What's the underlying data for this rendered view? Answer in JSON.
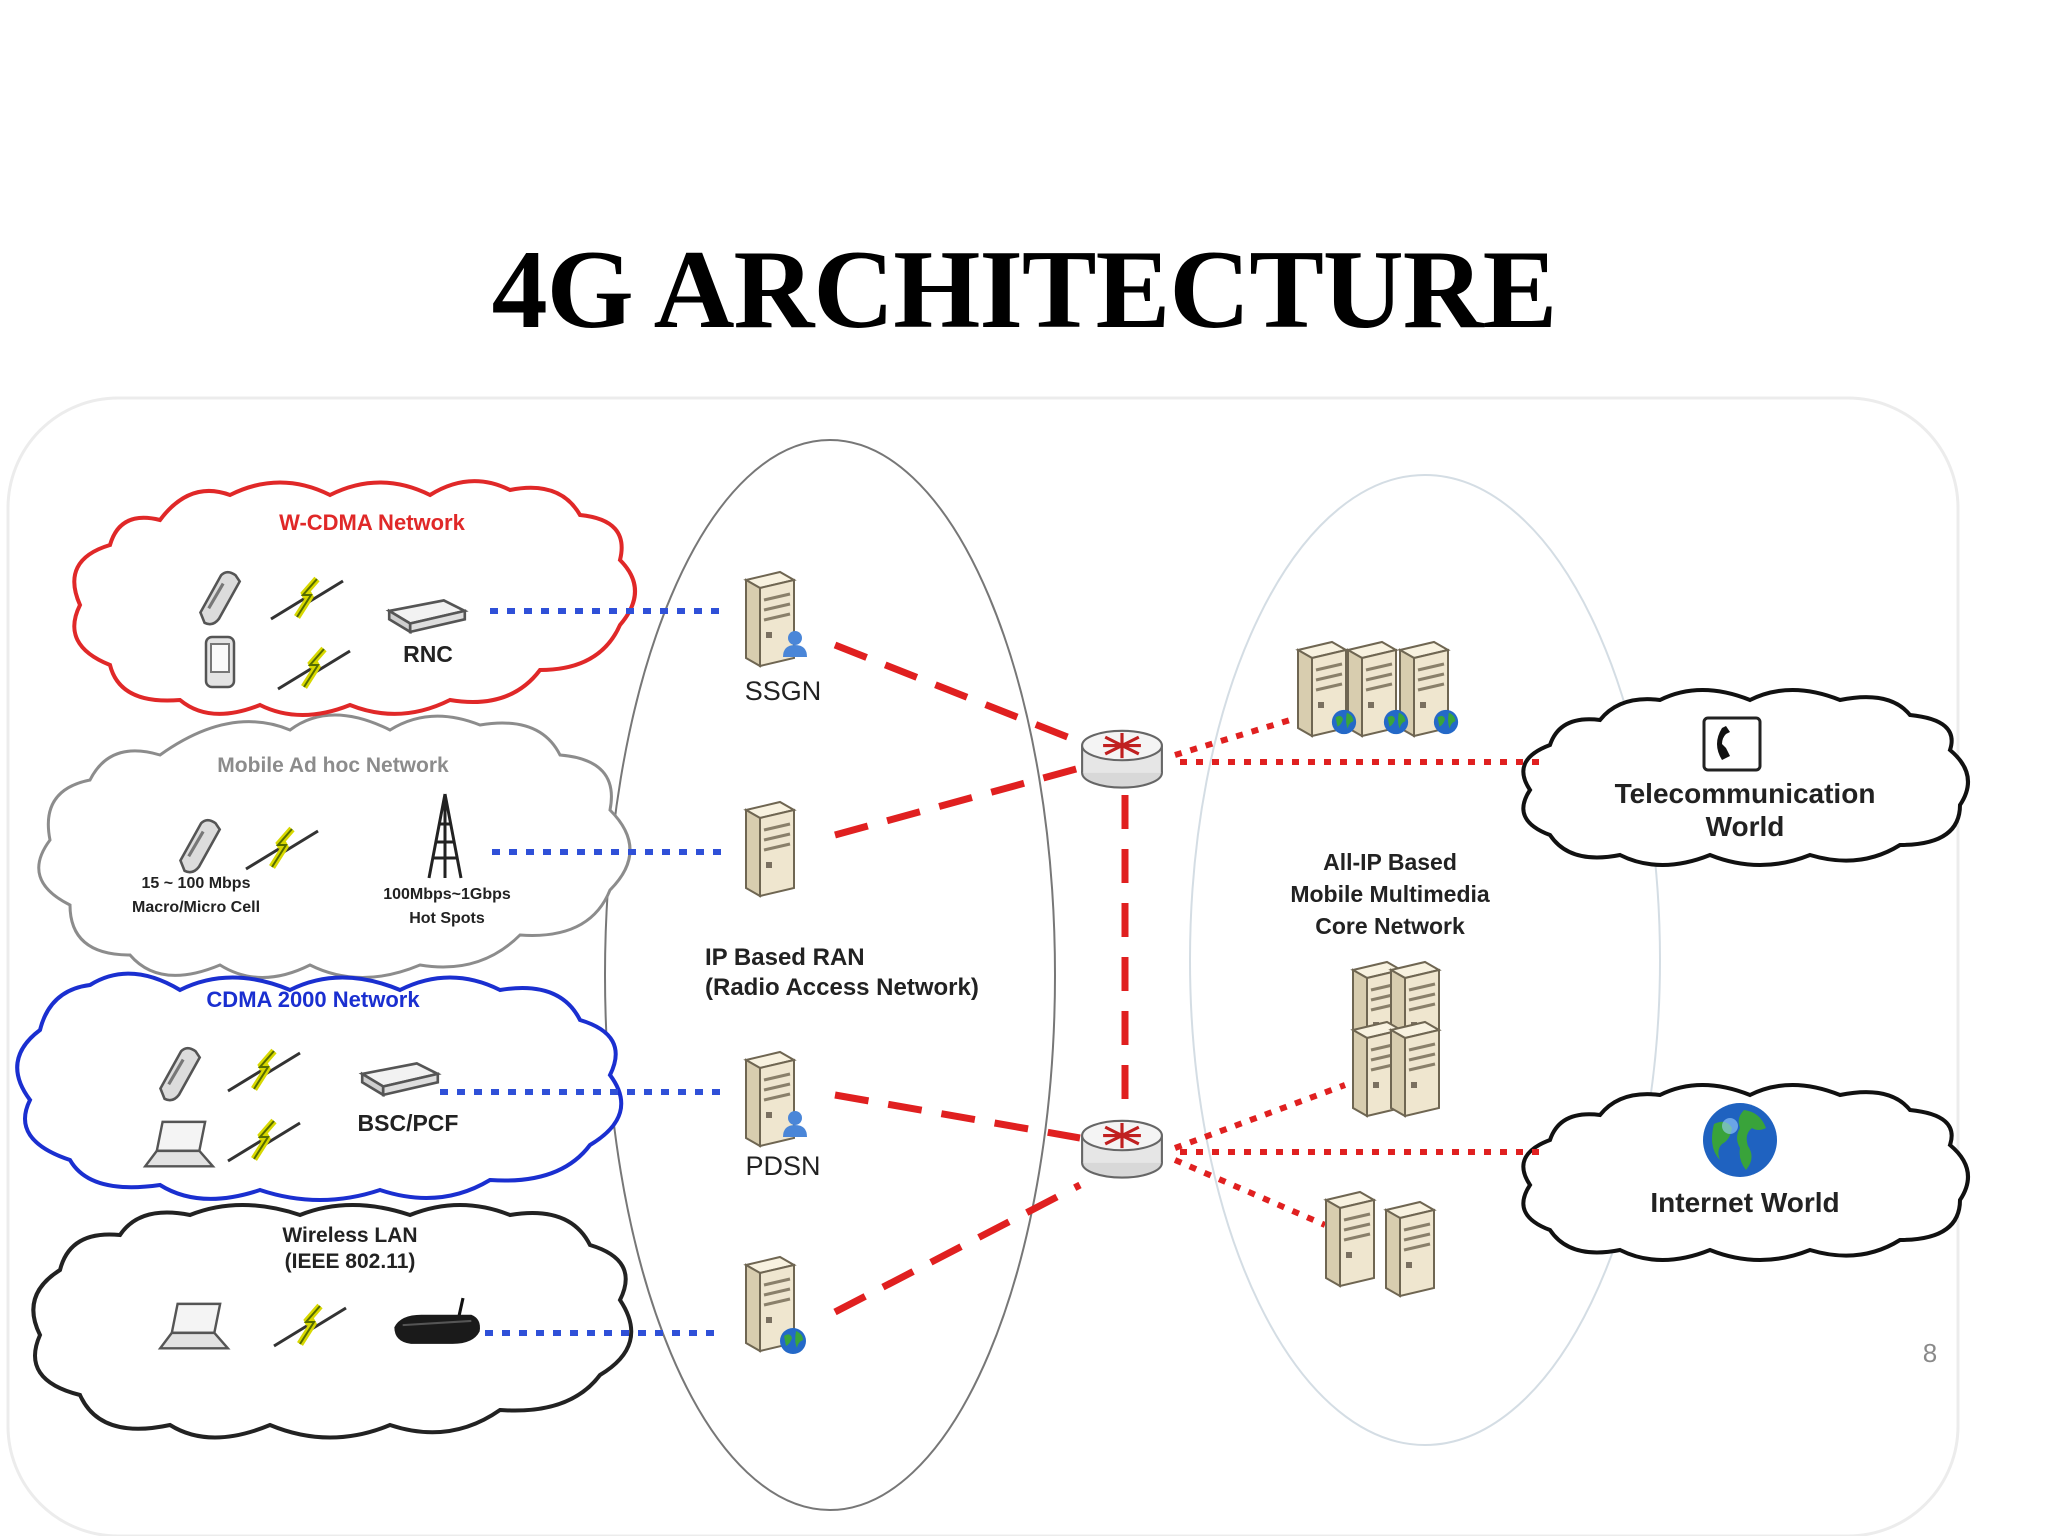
{
  "slide": {
    "title": "4G ARCHITECTURE",
    "page_number": "8"
  },
  "networks": {
    "wcdma": {
      "label": "W-CDMA Network",
      "device": "RNC",
      "color": "#e02828"
    },
    "manet": {
      "label": "Mobile Ad hoc Network",
      "macro_line1": "15 ~ 100 Mbps",
      "macro_line2": "Macro/Micro Cell",
      "hot_line1": "100Mbps~1Gbps",
      "hot_line2": "Hot Spots",
      "color": "#888888"
    },
    "cdma2000": {
      "label": "CDMA 2000 Network",
      "device": "BSC/PCF",
      "color": "#1a2fd0"
    },
    "wlan": {
      "label_line1": "Wireless LAN",
      "label_line2": "(IEEE 802.11)",
      "color": "#222222"
    }
  },
  "ran": {
    "ssgn": "SSGN",
    "pdsn": "PDSN",
    "label_line1": "IP Based RAN",
    "label_line2": "(Radio Access Network)"
  },
  "core": {
    "label_line1": "All-IP Based",
    "label_line2": "Mobile Multimedia",
    "label_line3": "Core Network"
  },
  "worlds": {
    "telecom_line1": "Telecommunication",
    "telecom_line2": "World",
    "internet": "Internet World"
  },
  "colors": {
    "link_red": "#e02020",
    "link_blue": "#2f50d8",
    "server_body": "#efe6cf"
  }
}
